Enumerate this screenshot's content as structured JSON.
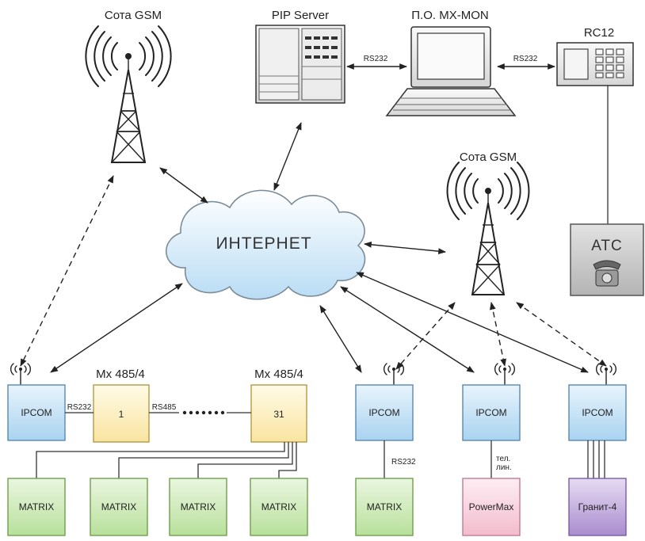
{
  "labels": {
    "gsm_cell_left": "Сота GSM",
    "gsm_cell_right": "Сота GSM",
    "pip_server": "PIP Server",
    "mx_mon": "П.О. MX-MON",
    "rc12": "RC12",
    "rs232_pip": "RS232",
    "rs232_rc": "RS232",
    "internet": "ИНТЕРНЕТ",
    "atc": "АТС",
    "mx_left": "Mx 485/4",
    "mx_right": "Mx 485/4",
    "ipcom_1": "IPCOM",
    "ipcom_2": "IPCOM",
    "ipcom_3": "IPCOM",
    "ipcom_4": "IPCOM",
    "mx_box_1": "1",
    "mx_box_31": "31",
    "link_rs232": "RS232",
    "link_rs485": "RS485",
    "link_rs232_matrix": "RS232",
    "tel_line_1": "тел.",
    "tel_line_2": "лин.",
    "matrix_1": "MATRIX",
    "matrix_2": "MATRIX",
    "matrix_3": "MATRIX",
    "matrix_4": "MATRIX",
    "matrix_5": "MATRIX",
    "powermax": "PowerMax",
    "granit": "Гранит-4"
  },
  "colors": {
    "ipcom_fill": "#bfdff5",
    "mx_fill": "#fdf0c4",
    "matrix_fill": "#cfeab9",
    "powermax_fill": "#f9d3df",
    "granit_fill": "#c9b4e2",
    "atc_fill": "#c9c9c9",
    "cloud_fill": "#e4f1fb"
  },
  "icons": [
    "gsm-tower-icon",
    "server-icon",
    "computer-icon",
    "control-panel-icon",
    "telephone-icon",
    "antenna-icon",
    "cloud-icon"
  ]
}
